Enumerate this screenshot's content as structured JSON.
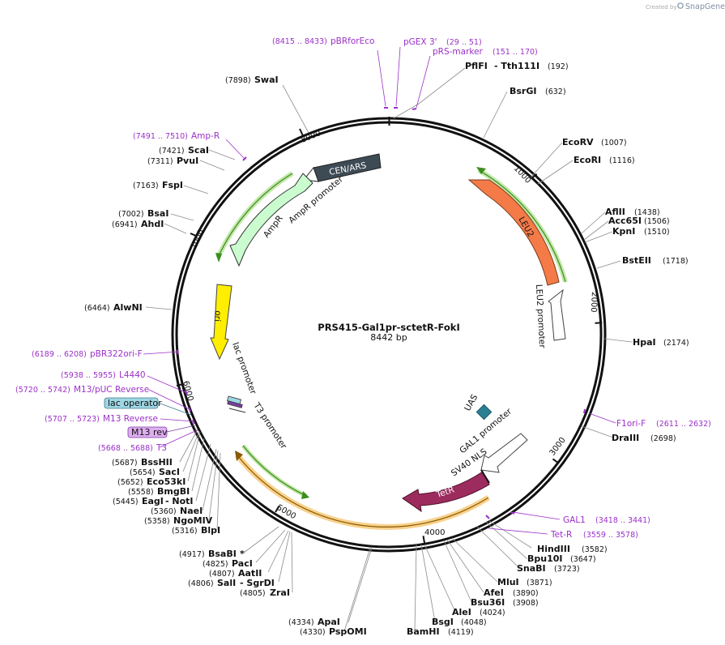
{
  "watermark": {
    "created_by": "Created by",
    "brand": "SnapGene"
  },
  "plasmid": {
    "name": "PRS415-Gal1pr-sctetR-FokI",
    "length_label": "8442 bp",
    "length_bp": 8442
  },
  "scale_ticks": [
    "1000",
    "2000",
    "3000",
    "4000",
    "5000",
    "6000",
    "7000",
    "8000"
  ],
  "colors": {
    "backbone": "#111111",
    "primer": "#9b30c8",
    "cen_ars": "#3d4b55",
    "leu2": "#f47b48",
    "tetr": "#9c2b5e",
    "ori": "#ffee00",
    "ampr": "#cafccf",
    "uas": "#2a7f93",
    "lac_operator": "#9ed6e4",
    "m13_rev": "#dfaef0",
    "orange_band": "#f5b84f",
    "green_band": "#7ac943"
  },
  "features": [
    {
      "name": "cen-ars",
      "label": "CEN/ARS"
    },
    {
      "name": "leu2",
      "label": "LEU2"
    },
    {
      "name": "leu2-promoter",
      "label": "LEU2 promoter"
    },
    {
      "name": "ampr",
      "label": "AmpR"
    },
    {
      "name": "ampr-promoter",
      "label": "AmpR promoter"
    },
    {
      "name": "ori",
      "label": "ori"
    },
    {
      "name": "lac-promoter",
      "label": "lac promoter"
    },
    {
      "name": "t3-promoter",
      "label": "T3 promoter"
    },
    {
      "name": "uas",
      "label": "UAS"
    },
    {
      "name": "gal1-promoter",
      "label": "GAL1 promoter"
    },
    {
      "name": "sv40-nls",
      "label": "SV40 NLS"
    },
    {
      "name": "tetr",
      "label": "TetR"
    }
  ],
  "feature_tags": {
    "lac_operator": "lac operator",
    "m13_rev": "M13 rev"
  },
  "primers": [
    {
      "name": "pBRforEco",
      "range": "(8415 .. 8433)"
    },
    {
      "name": "pGEX 3'",
      "range": "(29 .. 51)"
    },
    {
      "name": "pRS-marker",
      "range": "(151 .. 170)"
    },
    {
      "name": "Amp-R",
      "range": "(7491 .. 7510)"
    },
    {
      "name": "pBR322ori-F",
      "range": "(6189 .. 6208)"
    },
    {
      "name": "L4440",
      "range": "(5938 .. 5955)"
    },
    {
      "name": "M13/pUC Reverse",
      "range": "(5720 .. 5742)"
    },
    {
      "name": "M13 Reverse",
      "range": "(5707 .. 5723)"
    },
    {
      "name": "T3",
      "range": "(5668 .. 5688)"
    },
    {
      "name": "F1ori-F",
      "range": "(2611 .. 2632)"
    },
    {
      "name": "GAL1",
      "range": "(3418 .. 3441)"
    },
    {
      "name": "Tet-R",
      "range": "(3559 .. 3578)"
    }
  ],
  "sites": [
    {
      "name": "PflFI",
      "extra": "- Tth111I",
      "pos": "(192)"
    },
    {
      "name": "BsrGI",
      "pos": "(632)"
    },
    {
      "name": "EcoRV",
      "pos": "(1007)"
    },
    {
      "name": "EcoRI",
      "pos": "(1116)"
    },
    {
      "name": "AflII",
      "pos": "(1438)"
    },
    {
      "name": "Acc65I",
      "pos": "(1506)"
    },
    {
      "name": "KpnI",
      "pos": "(1510)"
    },
    {
      "name": "BstEII",
      "pos": "(1718)"
    },
    {
      "name": "HpaI",
      "pos": "(2174)"
    },
    {
      "name": "DraIII",
      "pos": "(2698)"
    },
    {
      "name": "HindIII",
      "pos": "(3582)"
    },
    {
      "name": "Bpu10I",
      "pos": "(3647)"
    },
    {
      "name": "SnaBI",
      "pos": "(3723)"
    },
    {
      "name": "MluI",
      "pos": "(3871)"
    },
    {
      "name": "AfeI",
      "pos": "(3890)"
    },
    {
      "name": "Bsu36I",
      "pos": "(3908)"
    },
    {
      "name": "AleI",
      "pos": "(4024)"
    },
    {
      "name": "BsgI",
      "pos": "(4048)"
    },
    {
      "name": "BamHI",
      "pos": "(4119)"
    },
    {
      "name": "ApaI",
      "pos": "(4334)"
    },
    {
      "name": "PspOMI",
      "pos": "(4330)"
    },
    {
      "name": "ZraI",
      "pos": "(4805)"
    },
    {
      "name": "SalI",
      "extra": "- SgrDI",
      "pos": "(4806)"
    },
    {
      "name": "AatII",
      "pos": "(4807)"
    },
    {
      "name": "PacI",
      "pos": "(4825)"
    },
    {
      "name": "BsaBI",
      "extra": "*",
      "pos": "(4917)"
    },
    {
      "name": "BlpI",
      "pos": "(5316)"
    },
    {
      "name": "NgoMIV",
      "pos": "(5358)"
    },
    {
      "name": "NaeI",
      "pos": "(5360)"
    },
    {
      "name": "EagI",
      "extra": "- NotI",
      "pos": "(5445)"
    },
    {
      "name": "BmgBI",
      "pos": "(5558)"
    },
    {
      "name": "Eco53kI",
      "pos": "(5652)"
    },
    {
      "name": "SacI",
      "pos": "(5654)"
    },
    {
      "name": "BssHII",
      "pos": "(5687)"
    },
    {
      "name": "AlwNI",
      "pos": "(6464)"
    },
    {
      "name": "AhdI",
      "pos": "(6941)"
    },
    {
      "name": "BsaI",
      "pos": "(7002)"
    },
    {
      "name": "FspI",
      "pos": "(7163)"
    },
    {
      "name": "PvuI",
      "pos": "(7311)"
    },
    {
      "name": "ScaI",
      "pos": "(7421)"
    },
    {
      "name": "SwaI",
      "pos": "(7898)"
    }
  ]
}
